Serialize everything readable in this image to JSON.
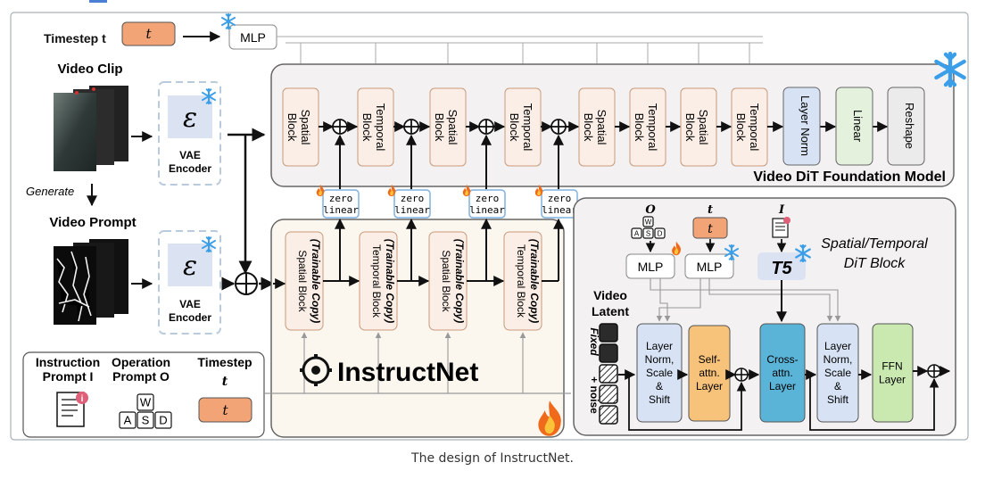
{
  "caption": "The design of InstructNet.",
  "inputs": {
    "timestep_label": "Timestep t",
    "timestep_var": "t",
    "mlp": "MLP",
    "video_clip": "Video Clip",
    "generate": "Generate",
    "video_prompt": "Video Prompt",
    "encoder_symbol": "ε",
    "vae_line1": "VAE",
    "vae_line2": "Encoder"
  },
  "foundation": {
    "title": "Video DiT Foundation Model",
    "blocks": [
      "Spatial Block",
      "Temporal Block",
      "Spatial Block",
      "Temporal Block",
      "Spatial Block",
      "Temporal Block",
      "Spatial Block",
      "Temporal Block"
    ],
    "layer_norm": "Layer Norm",
    "linear": "Linear",
    "reshape": "Reshape"
  },
  "zero_linear": {
    "line1": "zero",
    "line2": "linear"
  },
  "instructnet": {
    "title": "InstructNet",
    "blocks": [
      {
        "name": "Spatial Block",
        "sub": "(Trainable Copy)"
      },
      {
        "name": "Temporal Block",
        "sub": "(Trainable Copy)"
      },
      {
        "name": "Spatial Block",
        "sub": "(Trainable Copy)"
      },
      {
        "name": "Temporal Block",
        "sub": "(Trainable Copy)"
      }
    ]
  },
  "legend": {
    "instruction_line1": "Instruction",
    "instruction_line2": "Prompt I",
    "operation_line1": "Operation",
    "operation_line2": "Prompt O",
    "timestep_line1": "Timestep",
    "timestep_line2": "t",
    "timestep_var": "t",
    "keys": [
      "W",
      "A",
      "S",
      "D"
    ]
  },
  "dit_block": {
    "title_line1": "Spatial/Temporal",
    "title_line2": "DiT Block",
    "o_label": "O",
    "t_label": "t",
    "t_box": "t",
    "i_label": "I",
    "mlp1": "MLP",
    "mlp2": "MLP",
    "t5": "T5",
    "video_latent_1": "Video",
    "video_latent_2": "Latent",
    "fixed": "Fixed",
    "noise": "+ noise",
    "ln1": [
      "Layer",
      "Norm,",
      "Scale",
      "&",
      "Shift"
    ],
    "self_attn": [
      "Self-",
      "attn.",
      "Layer"
    ],
    "cross_attn": [
      "Cross-",
      "attn.",
      "Layer"
    ],
    "ln2": [
      "Layer",
      "Norm,",
      "Scale",
      "&",
      "Shift"
    ],
    "ffn": [
      "FFN",
      "Layer"
    ]
  },
  "colors": {
    "block_fill": "#fbeee6",
    "block_stroke": "#c89a7a",
    "panel_fill": "#f3f1f1",
    "instruct_fill": "#fbf6ee",
    "timestep_fill": "#f2a477",
    "ln_fill": "#d7e3f5",
    "linear_fill": "#e4f1dc",
    "reshape_fill": "#ebebeb",
    "zero_stroke": "#7fb0e0",
    "selfattn_fill": "#f7c27a",
    "crossattn_fill": "#5ab4d8",
    "ffn_fill": "#c9e9b0",
    "snow": "#3a9ee8",
    "fire": "#f06a1c"
  }
}
